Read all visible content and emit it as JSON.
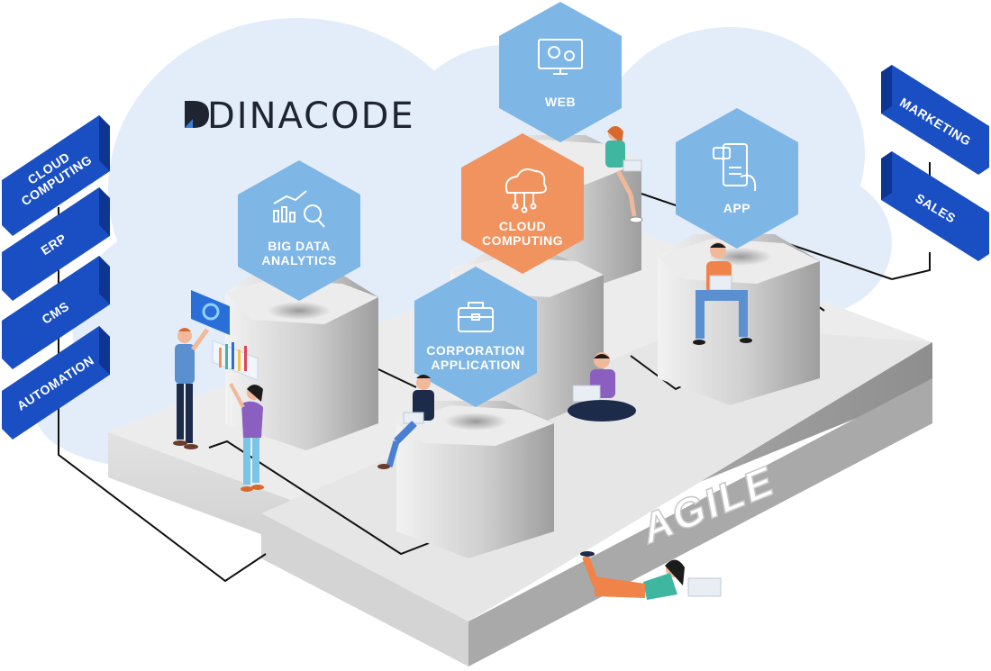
{
  "brand": {
    "logo_text": "DINACODE"
  },
  "platform_label": "AGILE",
  "hexagons": {
    "web": "WEB",
    "cloud_line1": "CLOUD",
    "cloud_line2": "COMPUTING",
    "app": "APP",
    "big_data_line1": "BIG DATA",
    "big_data_line2": "ANALYTICS",
    "corp_line1": "CORPORATION",
    "corp_line2": "APPLICATION"
  },
  "left_signs": {
    "cloud_line1": "CLOUD",
    "cloud_line2": "COMPUTING",
    "erp": "ERP",
    "cms": "CMS",
    "automation": "AUTOMATION"
  },
  "right_signs": {
    "marketing": "MARKETING",
    "sales": "SALES"
  },
  "colors": {
    "hex_blue": "#7eb6e6",
    "hex_orange": "#f0935f",
    "sign_blue": "#1a4fc4",
    "cloud_bg": "#e3edf9",
    "platform": "#e9e9e9"
  }
}
